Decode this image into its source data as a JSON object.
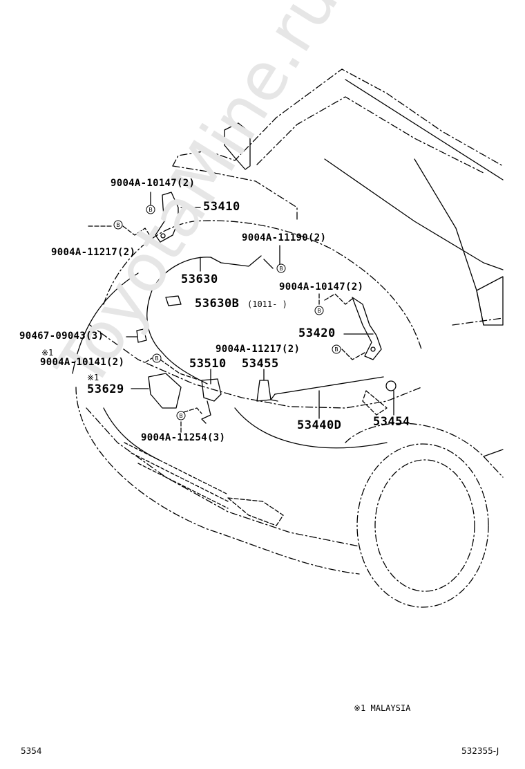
{
  "watermark": "ToyotaMine.ru",
  "labels": {
    "p9004a_10147_left": "9004A-10147(2)",
    "p53410": "53410",
    "p9004a_11217_left": "9004A-11217(2)",
    "p9004a_11190": "9004A-11190(2)",
    "p53630": "53630",
    "p53630b": "53630B",
    "p53630b_note": "(1011-     )",
    "p9004a_10147_right": "9004A-10147(2)",
    "p90467": "90467-09043(3)",
    "p53420": "53420",
    "p9004a_11217_right": "9004A-11217(2)",
    "mark1_a": "※1",
    "p9004a_10141": "9004A-10141(2)",
    "p53510": "53510",
    "p53455": "53455",
    "mark1_b": "※1",
    "p53629": "53629",
    "p9004a_11254": "9004A-11254(3)",
    "p53440d": "53440D",
    "p53454": "53454",
    "bolt": "B"
  },
  "footnote": "※1   MALAYSIA",
  "footer": {
    "left": "5354",
    "right": "532355-J"
  }
}
